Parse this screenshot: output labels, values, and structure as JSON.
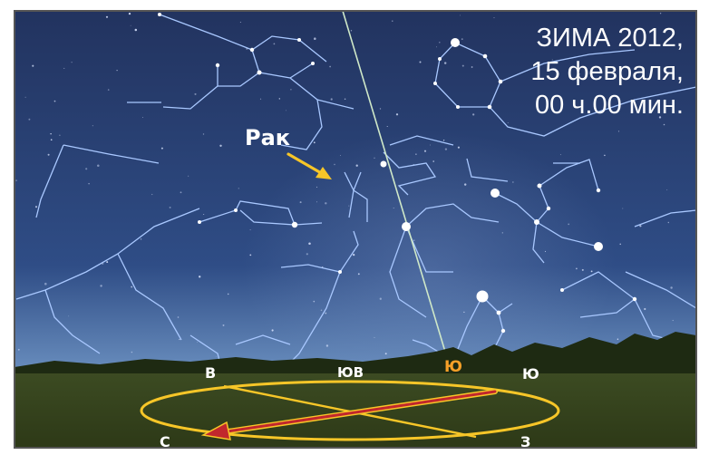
{
  "caption": {
    "line1": "ЗИМА 2012,",
    "line2": "15 февраля,",
    "line3": "00 ч.00 мин."
  },
  "constellation_label": "Рак",
  "horizon": {
    "north": "С",
    "east": "В",
    "southeast": "ЮВ",
    "south": "Ю",
    "south_meridian": "Ю",
    "west": "З"
  },
  "colors": {
    "sky_top": "#22335f",
    "sky_bottom": "#5a7cae",
    "ground": "#37451e",
    "accent": "#f7c628",
    "arrow_red": "#c1272d",
    "frame": "#555555"
  },
  "icons": [
    "pointer-arrow",
    "compass-ellipse",
    "sky-direction-arrow"
  ]
}
